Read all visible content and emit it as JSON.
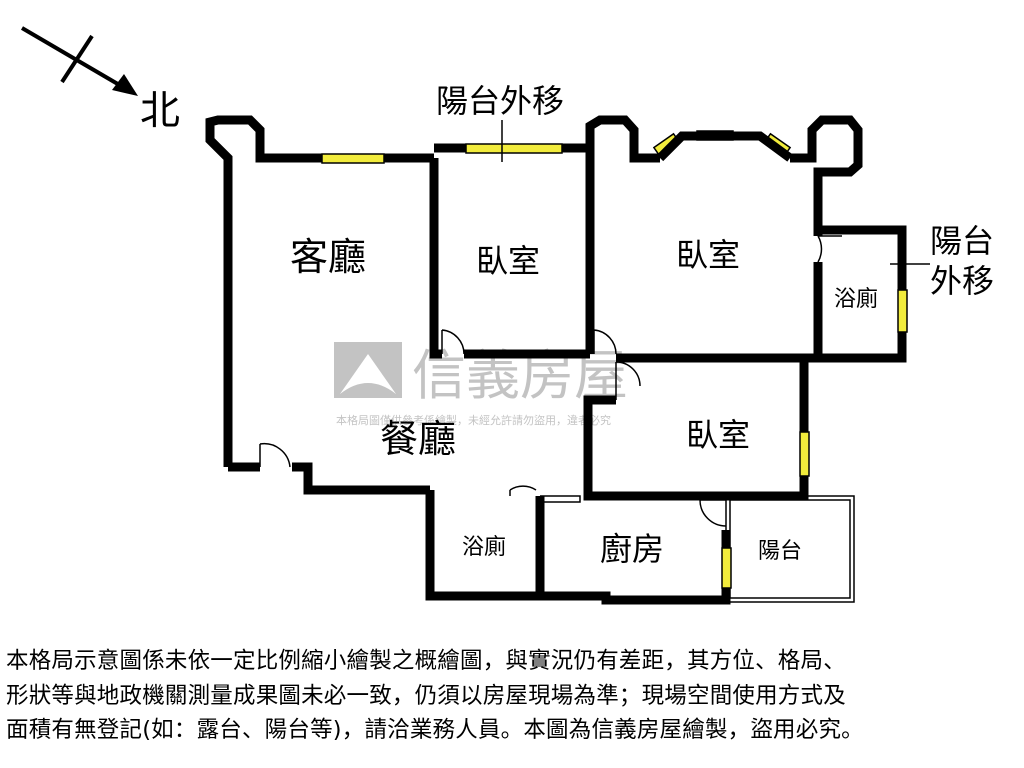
{
  "compass": {
    "north_label": "北"
  },
  "rooms": {
    "living_room": "客廳",
    "dining_room": "餐廳",
    "bedroom_1": "臥室",
    "bedroom_2": "臥室",
    "bedroom_3": "臥室",
    "bathroom_1": "浴廁",
    "bathroom_2": "浴廁",
    "kitchen": "廚房",
    "balcony": "陽台"
  },
  "annotations": {
    "balcony_moved_top": "陽台外移",
    "balcony_moved_right_line1": "陽台",
    "balcony_moved_right_line2": "外移"
  },
  "watermark": {
    "brand": "信義房屋",
    "notice": "本格局圖僅供參考係繪製，未經允許請勿盜用，違者必究"
  },
  "disclaimer": {
    "line1": "本格局示意圖係未依一定比例縮小繪製之概繪圖，與實況仍有差距，其方位、格局、",
    "line2": "形狀等與地政機關測量成果圖未必一致，仍須以房屋現場為準；現場空間使用方式及",
    "line3": "面積有無登記(如：露台、陽台等)，請洽業務人員。本圖為信義房屋繪製，盜用必究。"
  },
  "colors": {
    "wall": "#000000",
    "window": "#f2ec3c",
    "watermark": "#b9b9b9"
  }
}
